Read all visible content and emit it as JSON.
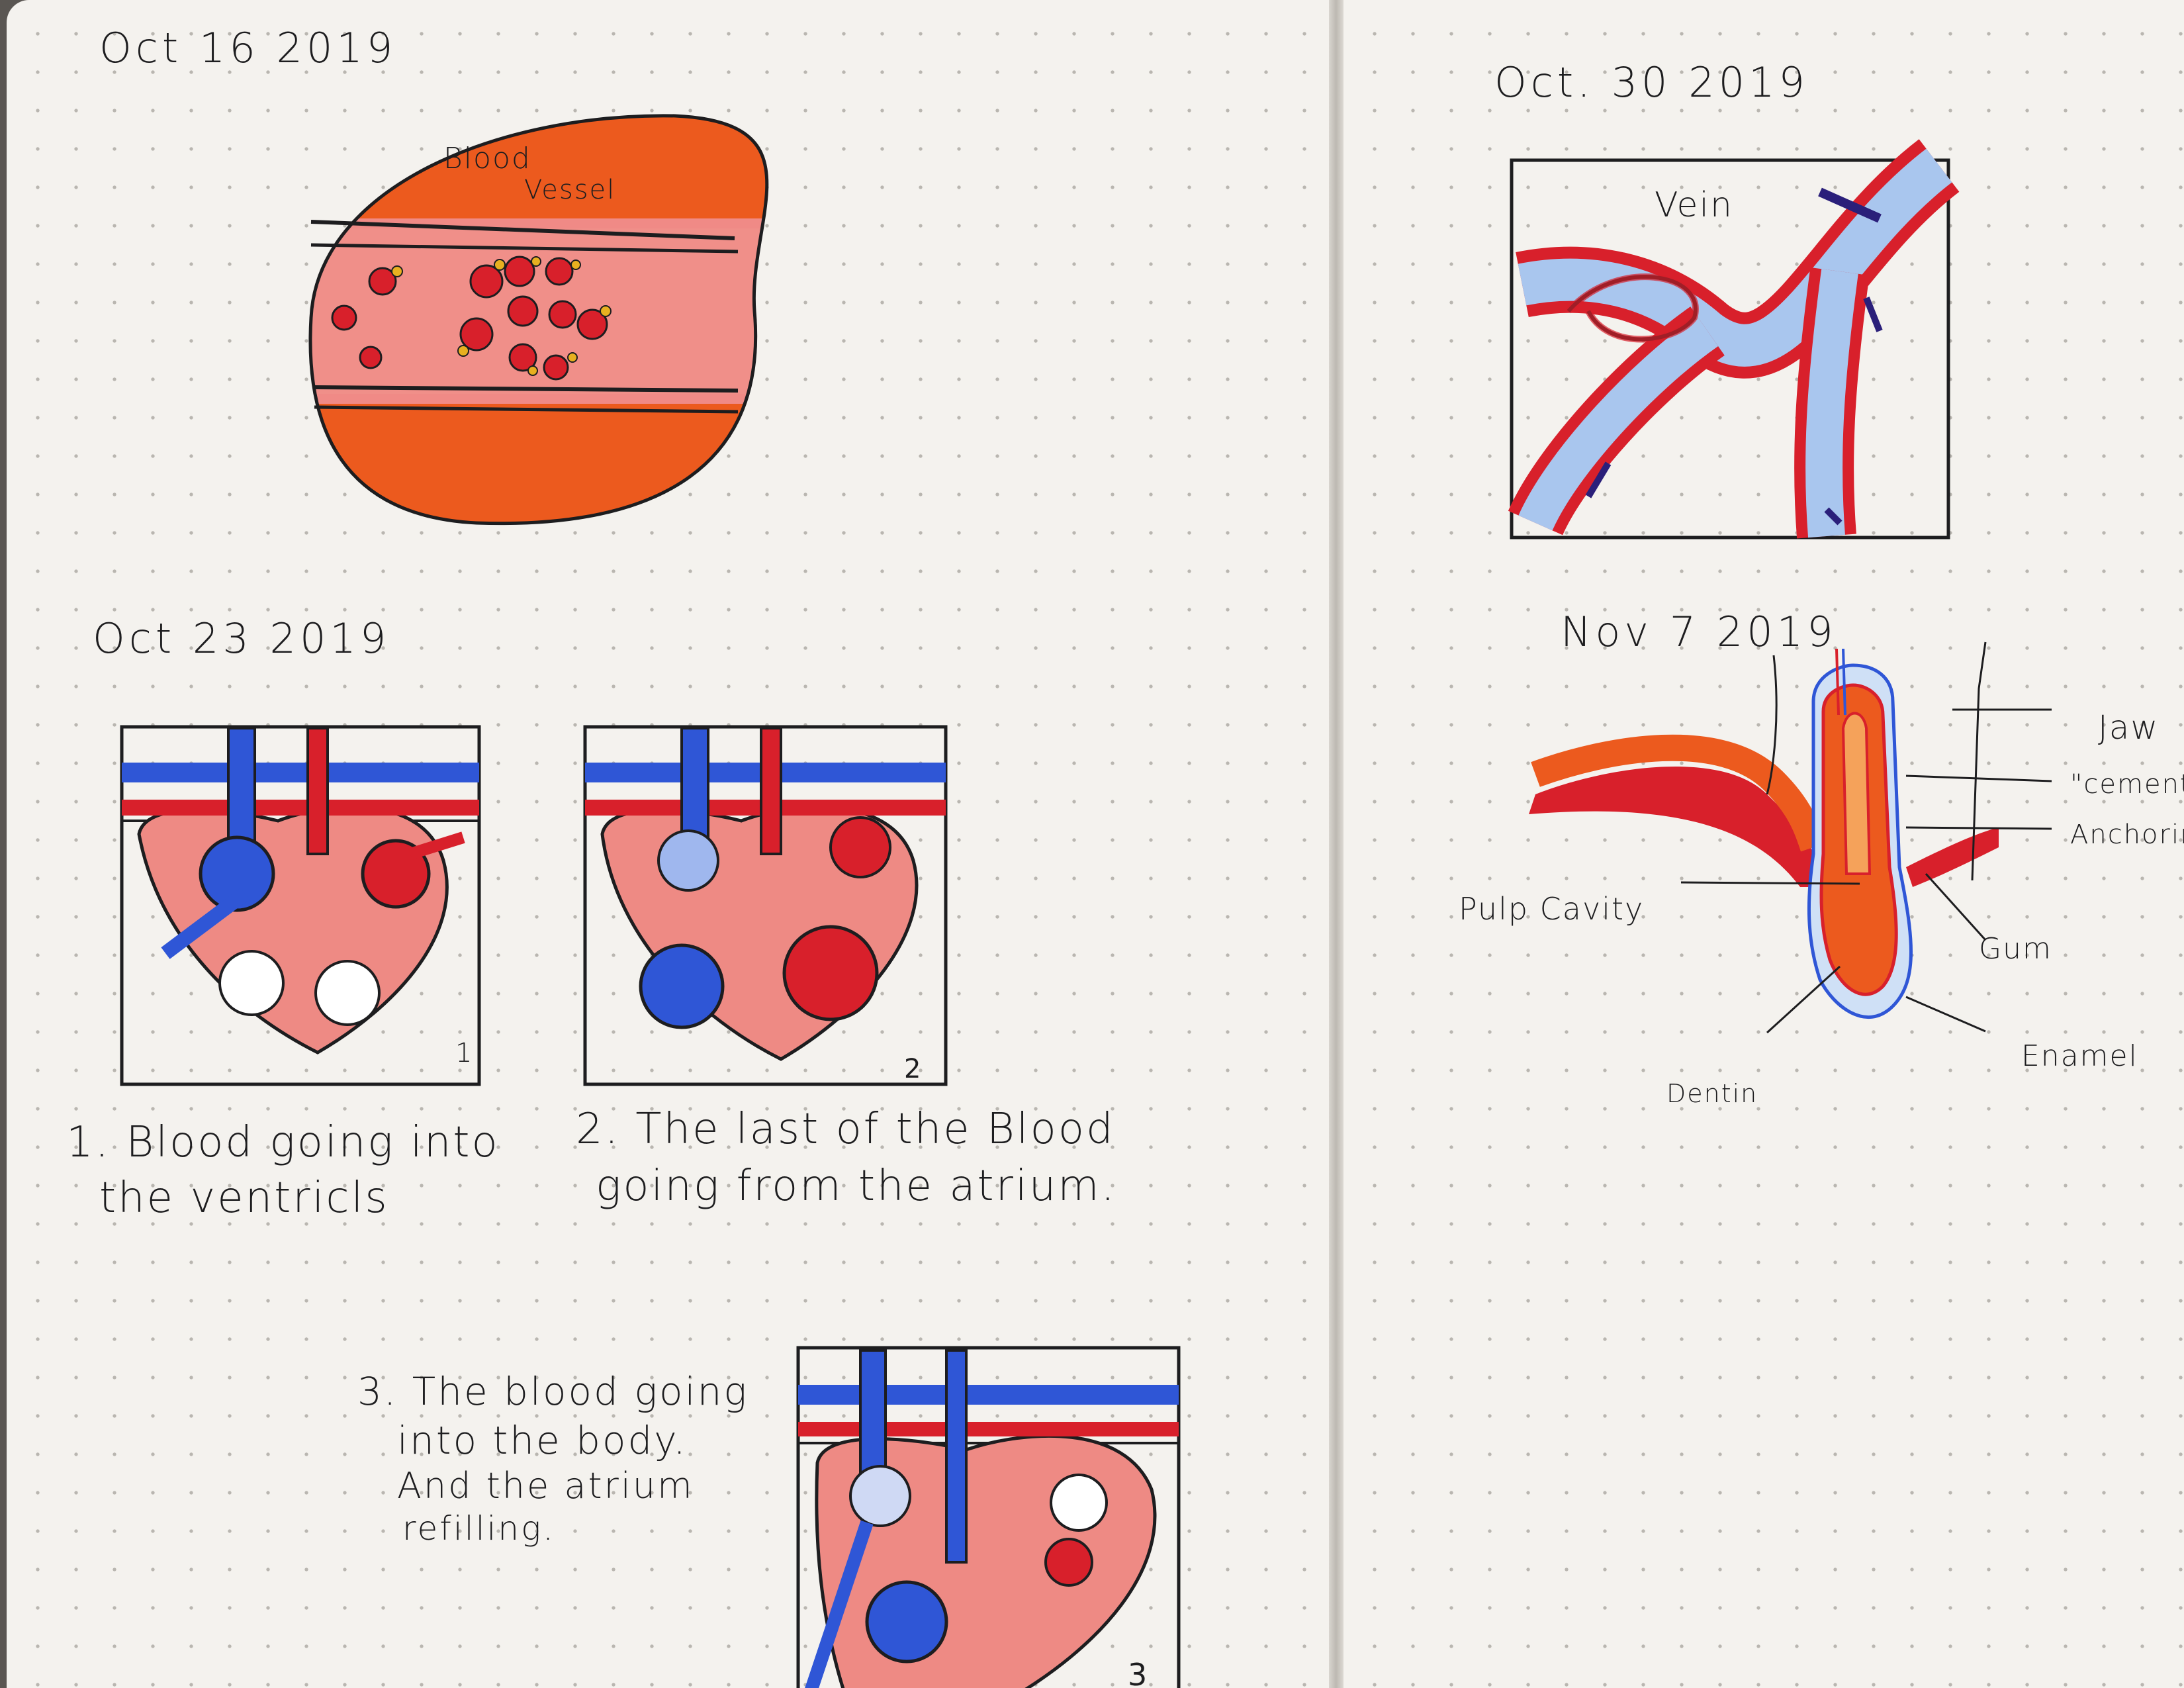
{
  "entries": [
    {
      "date": "Oct 16 2019",
      "drawing": {
        "labels": [
          "Blood",
          "Vessel"
        ]
      }
    },
    {
      "date": "Oct 23 2019",
      "panels": [
        {
          "number": "1",
          "caption": [
            "1. Blood going into",
            "the ventricls"
          ]
        },
        {
          "number": "2",
          "caption": [
            "2. The last of the Blood",
            "going from the atrium."
          ]
        },
        {
          "number": "3",
          "caption": [
            "3. The blood going",
            "into the body.",
            "And the atrium",
            "refilling."
          ]
        }
      ]
    },
    {
      "date": "Oct. 30 2019",
      "drawing": {
        "label": "Vein"
      }
    },
    {
      "date": "Nov 7 2019",
      "labels": [
        "Jaw",
        "\"cement\"",
        "Anchoring",
        "Pulp Cavity",
        "Gum",
        "Enamel",
        "Dentin"
      ]
    }
  ],
  "colors": {
    "paper": "#f4f2ee",
    "ink": "#1d1d1f",
    "orange": "#ec5a1e",
    "red": "#d8202b",
    "pink": "#ee8a84",
    "blue": "#2f56d6",
    "navy": "#2a1f7a"
  }
}
